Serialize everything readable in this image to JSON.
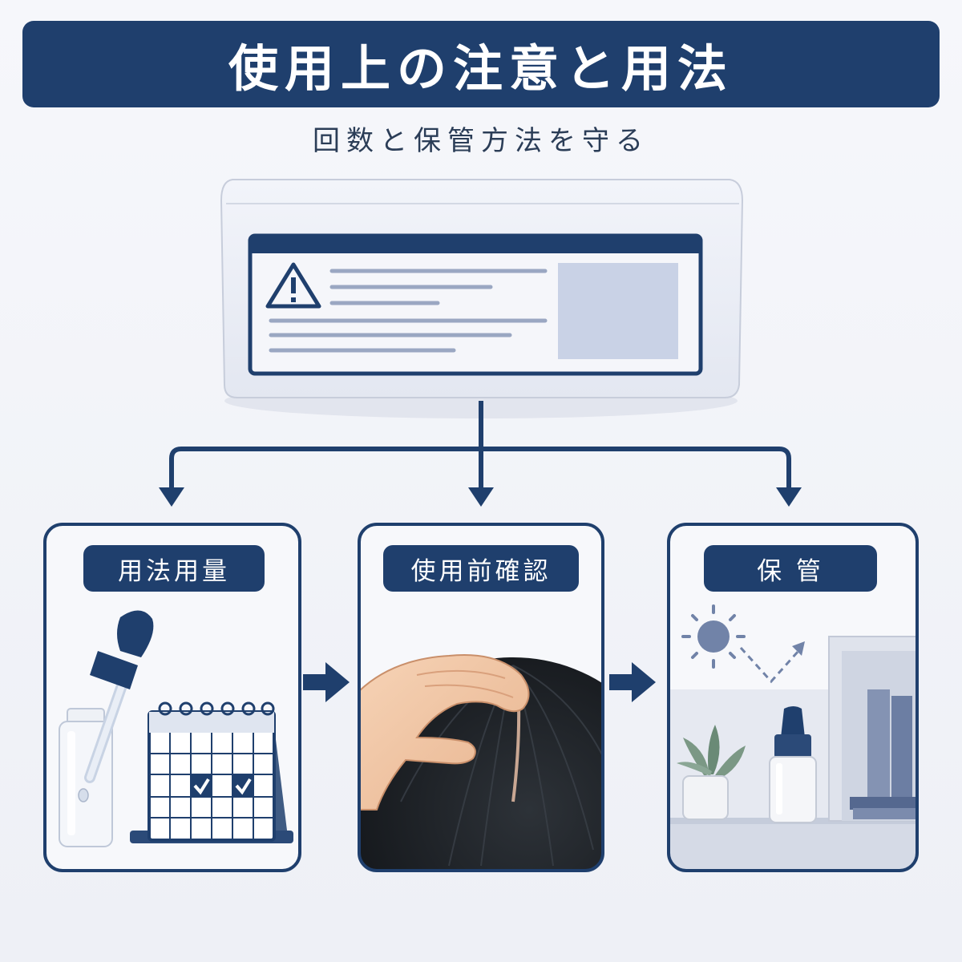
{
  "title": "使用上の注意と用法",
  "subtitle": "回数と保管方法を守る",
  "panels": [
    {
      "label": "用法用量"
    },
    {
      "label": "使用前確認"
    },
    {
      "label": "保 管"
    }
  ],
  "colors": {
    "navy": "#1f3f6d",
    "light_blue": "#c9d2e6",
    "background": "#f4f5f9"
  },
  "icons": [
    "warning-icon",
    "dropper-bottle-icon",
    "calendar-icon",
    "check-icon",
    "hand-on-scalp-illustration",
    "sun-icon",
    "serum-bottle-icon",
    "plant-icon"
  ]
}
